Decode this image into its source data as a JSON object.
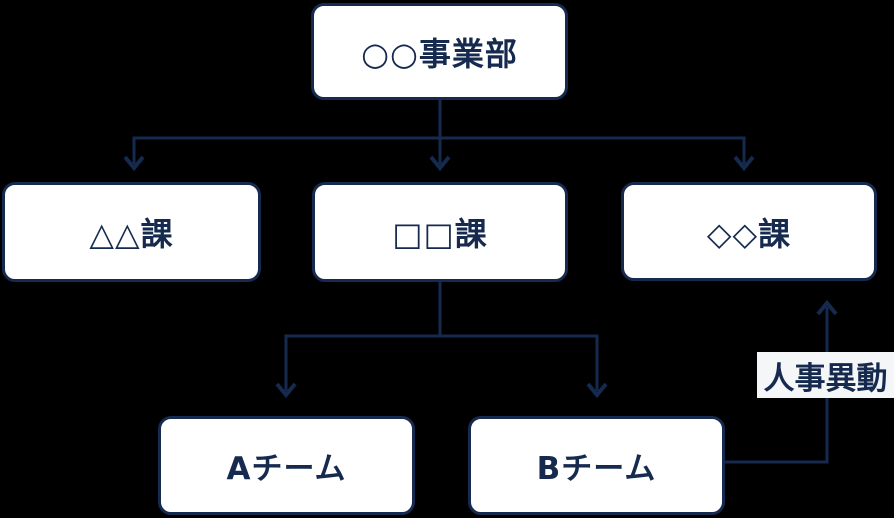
{
  "diagram": {
    "type": "org-chart",
    "background_color": "#000000",
    "node_fill_color": "#ffffff",
    "line_color": "#152a4e",
    "text_color": "#152a4e",
    "annotation_bg_color": "#f5f6f8",
    "nodes": [
      {
        "id": "division",
        "label": "○○事業部"
      },
      {
        "id": "section-1",
        "label": "△△課"
      },
      {
        "id": "section-2",
        "label": "□□課"
      },
      {
        "id": "section-3",
        "label": "◇◇課"
      },
      {
        "id": "team-a",
        "label": "Aチーム"
      },
      {
        "id": "team-b",
        "label": "Bチーム"
      }
    ],
    "edges": [
      {
        "from": "○○事業部",
        "to": "△△課"
      },
      {
        "from": "○○事業部",
        "to": "□□課"
      },
      {
        "from": "○○事業部",
        "to": "◇◇課"
      },
      {
        "from": "□□課",
        "to": "Aチーム"
      },
      {
        "from": "□□課",
        "to": "Bチーム"
      },
      {
        "from": "Bチーム",
        "to": "◇◇課",
        "label": "人事異動"
      }
    ],
    "annotation": {
      "label": "人事異動"
    }
  }
}
